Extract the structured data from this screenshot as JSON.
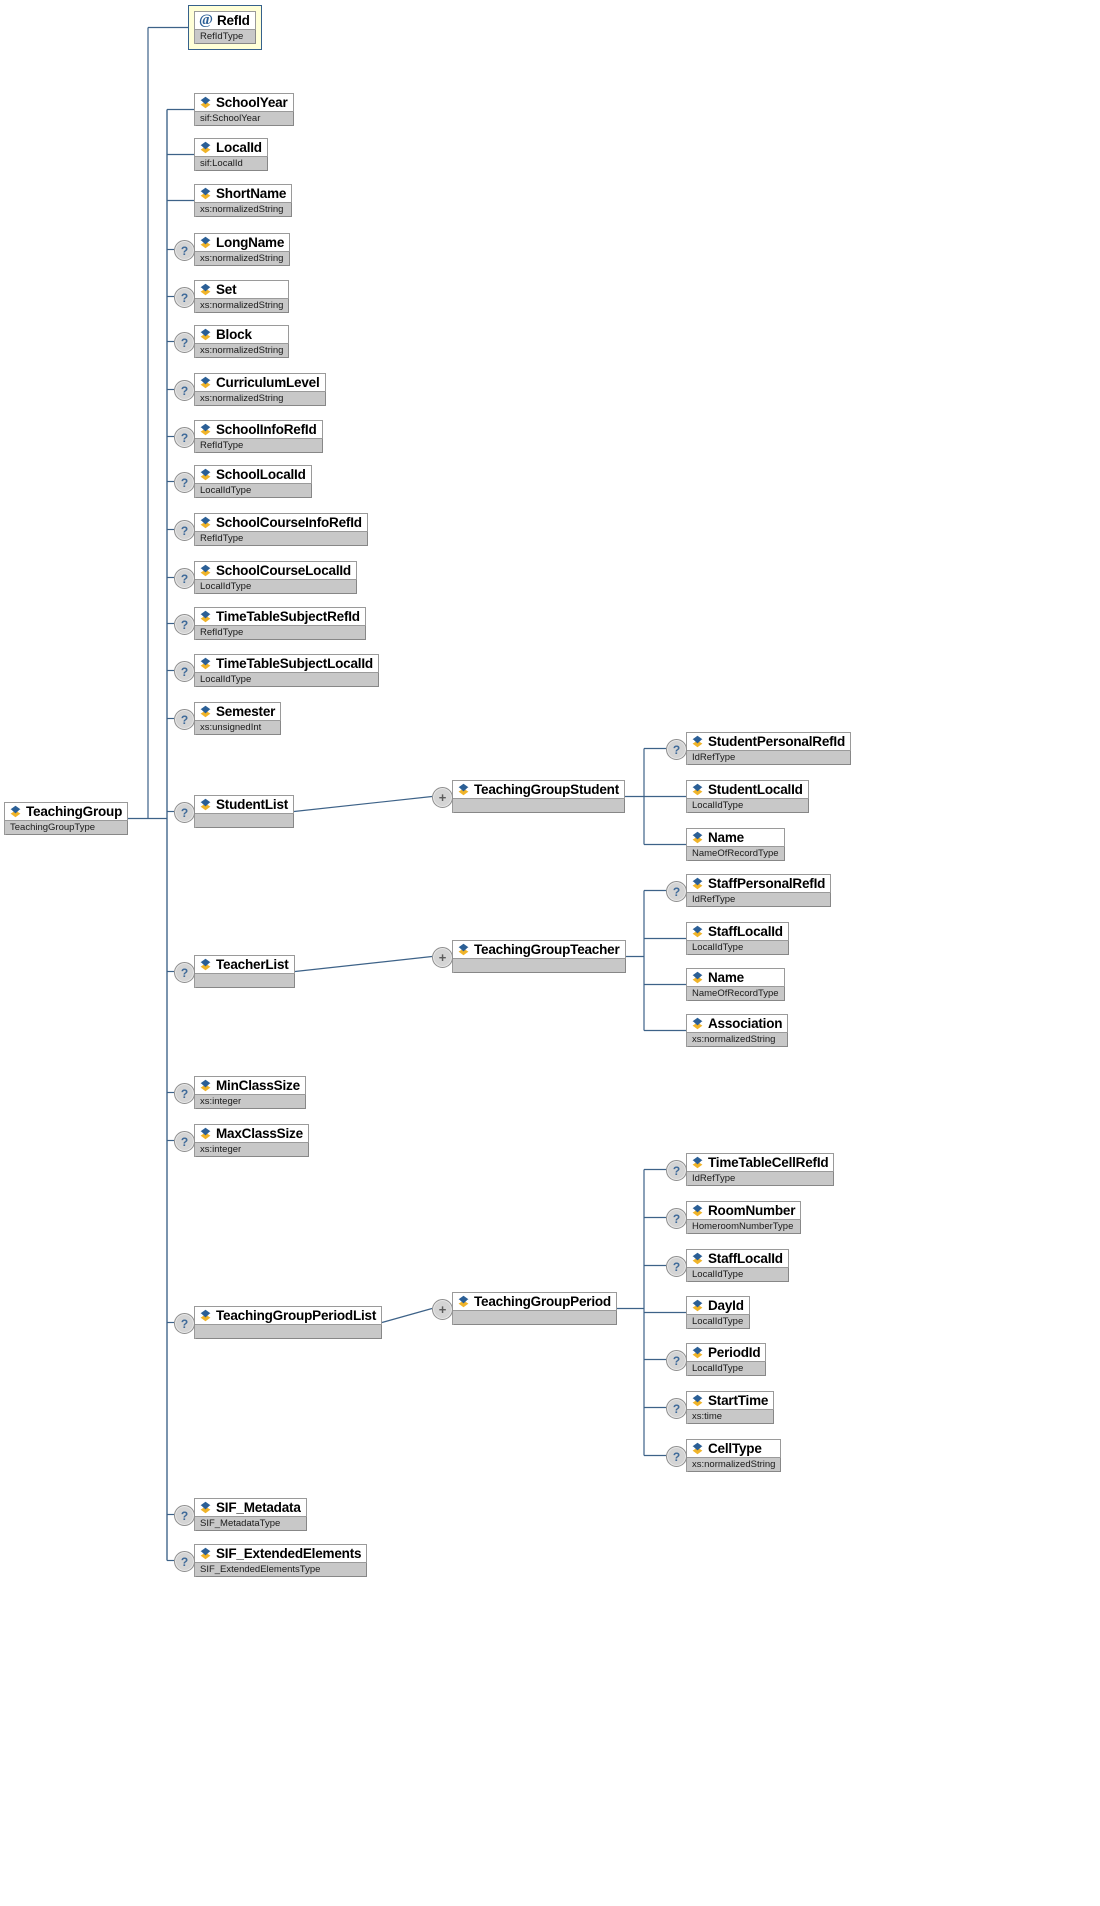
{
  "diagram": {
    "title": "TeachingGroup XSD element tree",
    "colors": {
      "connector": "#3d6288",
      "attribute_frame": "#36618c",
      "attribute_fill": "#ffffd7",
      "node_border": "#9a9a9a",
      "type_band": "#c8c8c8",
      "marker_fill": "#d4d4d4",
      "marker_text": "#3f6a99"
    },
    "icons": {
      "element": "element-icon",
      "attribute": "at-sign-icon",
      "optional": "optional-question-marker",
      "expander": "expand-plus-marker"
    }
  },
  "root": {
    "name": "TeachingGroup",
    "type": "TeachingGroupType",
    "icon": "element-icon"
  },
  "attribute": {
    "name": "RefId",
    "label": "@ RefId",
    "type": "RefIdType",
    "icon": "at-sign-icon",
    "optional": false
  },
  "children": [
    {
      "name": "SchoolYear",
      "type": "sif:SchoolYear",
      "optional": false
    },
    {
      "name": "LocalId",
      "type": "sif:LocalId",
      "optional": false
    },
    {
      "name": "ShortName",
      "type": "xs:normalizedString",
      "optional": false
    },
    {
      "name": "LongName",
      "type": "xs:normalizedString",
      "optional": true
    },
    {
      "name": "Set",
      "type": "xs:normalizedString",
      "optional": true
    },
    {
      "name": "Block",
      "type": "xs:normalizedString",
      "optional": true
    },
    {
      "name": "CurriculumLevel",
      "type": "xs:normalizedString",
      "optional": true
    },
    {
      "name": "SchoolInfoRefId",
      "type": "RefIdType",
      "optional": true
    },
    {
      "name": "SchoolLocalId",
      "type": "LocalIdType",
      "optional": true
    },
    {
      "name": "SchoolCourseInfoRefId",
      "type": "RefIdType",
      "optional": true
    },
    {
      "name": "SchoolCourseLocalId",
      "type": "LocalIdType",
      "optional": true
    },
    {
      "name": "TimeTableSubjectRefId",
      "type": "RefIdType",
      "optional": true
    },
    {
      "name": "TimeTableSubjectLocalId",
      "type": "LocalIdType",
      "optional": true
    },
    {
      "name": "Semester",
      "type": "xs:unsignedInt",
      "optional": true
    },
    {
      "name": "StudentList",
      "type": "",
      "optional": true
    },
    {
      "name": "TeacherList",
      "type": "",
      "optional": true
    },
    {
      "name": "MinClassSize",
      "type": "xs:integer",
      "optional": true
    },
    {
      "name": "MaxClassSize",
      "type": "xs:integer",
      "optional": true
    },
    {
      "name": "TeachingGroupPeriodList",
      "type": "",
      "optional": true
    },
    {
      "name": "SIF_Metadata",
      "type": "SIF_MetadataType",
      "optional": true
    },
    {
      "name": "SIF_ExtendedElements",
      "type": "SIF_ExtendedElementsType",
      "optional": true
    }
  ],
  "groups": [
    {
      "parent": "StudentList",
      "container": {
        "name": "TeachingGroupStudent",
        "type": "",
        "expander": "+"
      },
      "items": [
        {
          "name": "StudentPersonalRefId",
          "type": "IdRefType",
          "optional": true
        },
        {
          "name": "StudentLocalId",
          "type": "LocalIdType",
          "optional": false
        },
        {
          "name": "Name",
          "type": "NameOfRecordType",
          "optional": false
        }
      ]
    },
    {
      "parent": "TeacherList",
      "container": {
        "name": "TeachingGroupTeacher",
        "type": "",
        "expander": "+"
      },
      "items": [
        {
          "name": "StaffPersonalRefId",
          "type": "IdRefType",
          "optional": true
        },
        {
          "name": "StaffLocalId",
          "type": "LocalIdType",
          "optional": false
        },
        {
          "name": "Name",
          "type": "NameOfRecordType",
          "optional": false
        },
        {
          "name": "Association",
          "type": "xs:normalizedString",
          "optional": false
        }
      ]
    },
    {
      "parent": "TeachingGroupPeriodList",
      "container": {
        "name": "TeachingGroupPeriod",
        "type": "",
        "expander": "+"
      },
      "items": [
        {
          "name": "TimeTableCellRefId",
          "type": "IdRefType",
          "optional": true
        },
        {
          "name": "RoomNumber",
          "type": "HomeroomNumberType",
          "optional": true
        },
        {
          "name": "StaffLocalId",
          "type": "LocalIdType",
          "optional": true
        },
        {
          "name": "DayId",
          "type": "LocalIdType",
          "optional": false
        },
        {
          "name": "PeriodId",
          "type": "LocalIdType",
          "optional": true
        },
        {
          "name": "StartTime",
          "type": "xs:time",
          "optional": true
        },
        {
          "name": "CellType",
          "type": "xs:normalizedString",
          "optional": true
        }
      ]
    }
  ]
}
